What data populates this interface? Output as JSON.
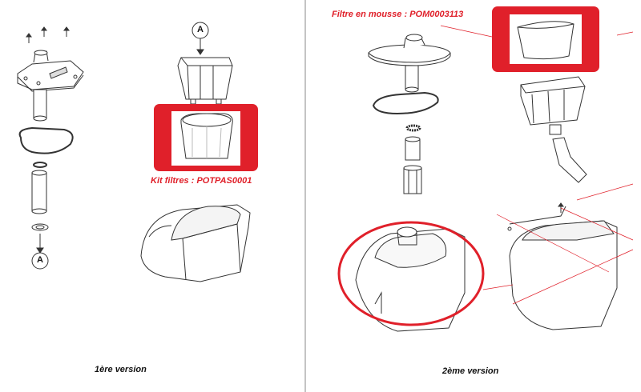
{
  "left_panel": {
    "callout_top": "A",
    "callout_bottom": "A",
    "kit_label": "Kit filtres : POTPAS0001",
    "version_caption": "1ère version"
  },
  "right_panel": {
    "foam_label": "Filtre en mousse : POM0003113",
    "version_caption": "2ème version"
  },
  "colors": {
    "highlight_red": "#e0202a",
    "line": "#333333"
  }
}
